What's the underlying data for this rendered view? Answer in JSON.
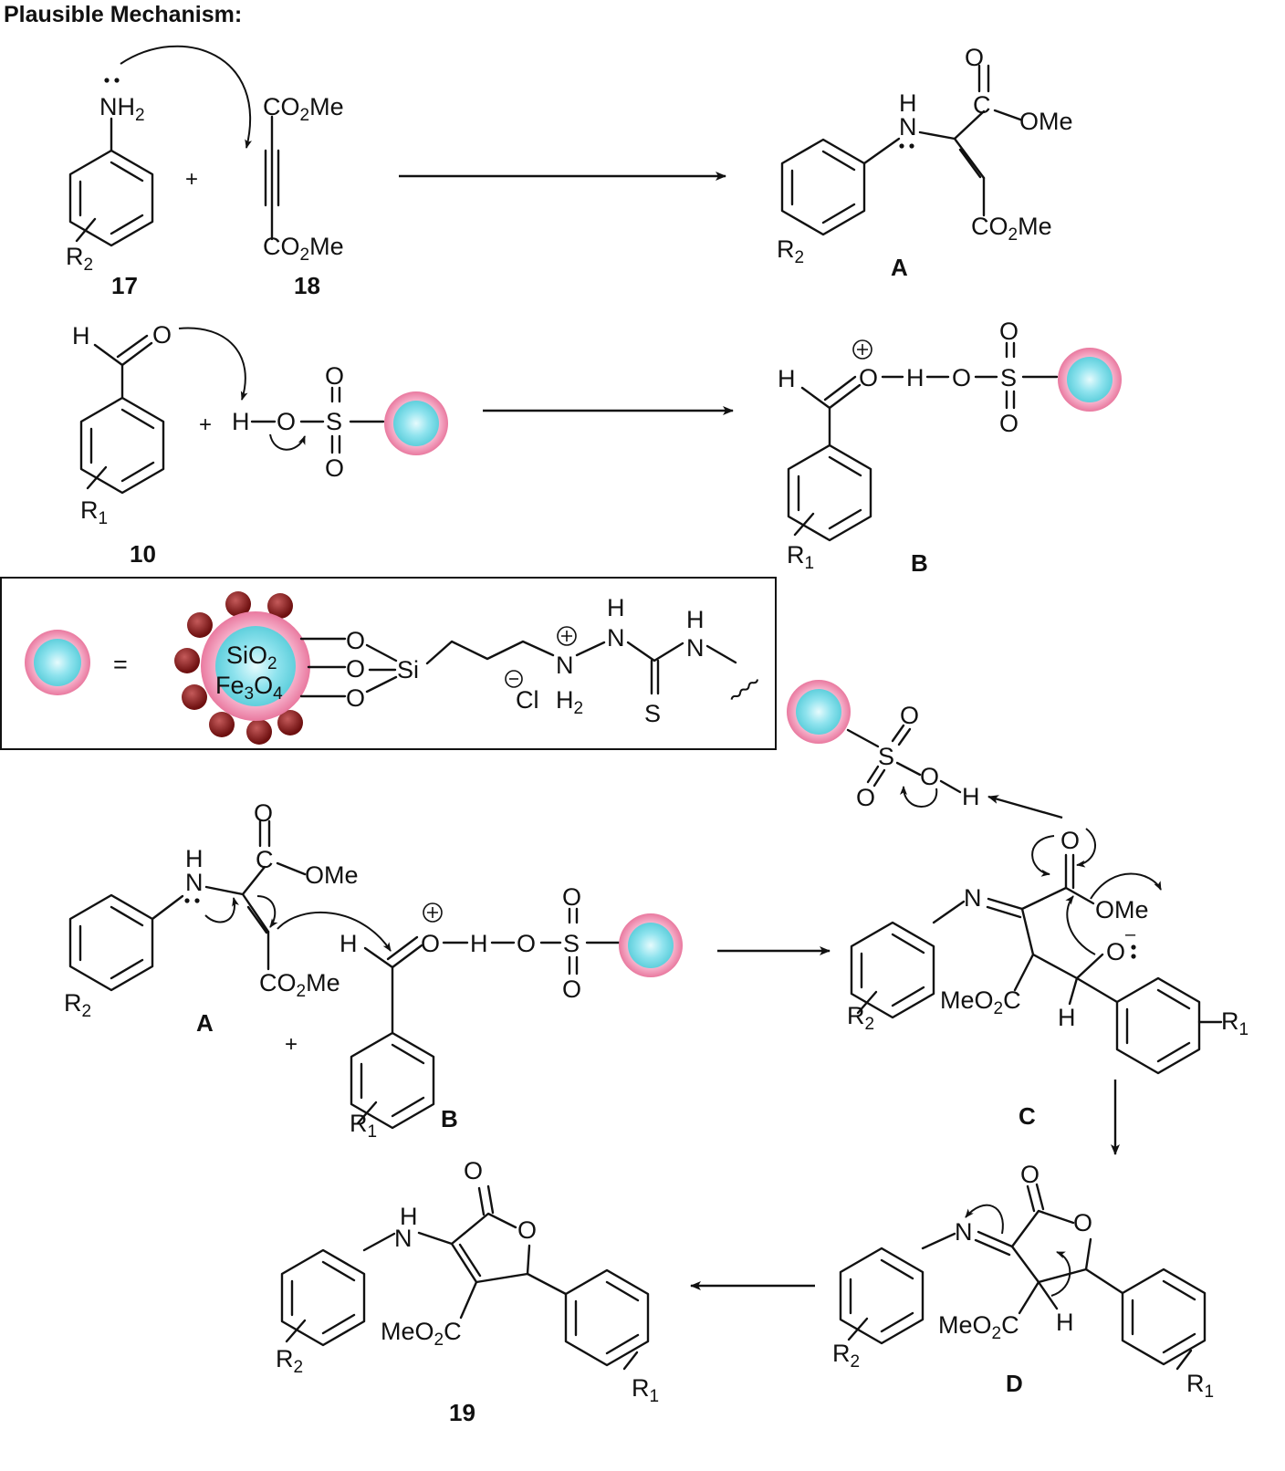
{
  "title": "Plausible Mechanism:",
  "compounds": {
    "c17": "17",
    "c18": "18",
    "cA": "A",
    "c10": "10",
    "cB": "B",
    "cC": "C",
    "cD": "D",
    "c19": "19"
  },
  "plus": "+",
  "legend": {
    "equals": "=",
    "core_top": "SiO",
    "core_top_sub": "2",
    "core_bottom": "Fe",
    "core_bottom_sub1": "3",
    "core_bottom_mid": "O",
    "core_bottom_sub2": "4",
    "si": "Si",
    "counter_ion": "Cl",
    "h2": "H",
    "h2_sub": "2",
    "thio_s": "S"
  },
  "atoms": {
    "n": "N",
    "o": "O",
    "h": "H",
    "s": "S",
    "c": "C",
    "nh": "NH",
    "nh_sub": "2",
    "r": "R",
    "r1_sub": "1",
    "r2_sub": "2",
    "co2me": "CO",
    "co2me_sub": "2",
    "me": "Me",
    "meo2c": "MeO",
    "meo2c_sub": "2",
    "meo2c_end": "C",
    "ome": "OMe"
  },
  "colors": {
    "bead_ring": "#f08fb2",
    "bead_core": "#8fe3ee",
    "satellite": "#8b1c1c",
    "ink": "#111111"
  }
}
